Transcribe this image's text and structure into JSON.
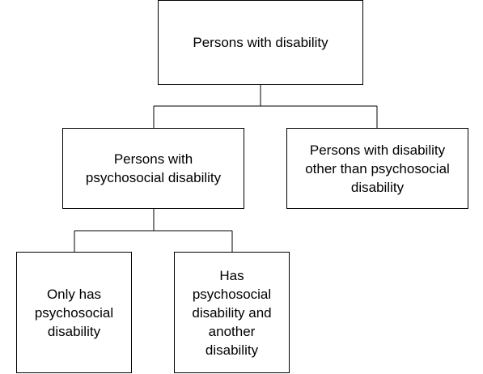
{
  "diagram": {
    "root": "Persons with disability",
    "psychosocial": "Persons with\npsychosocial disability",
    "other": "Persons with disability\nother than psychosocial\ndisability",
    "only_psychosocial": "Only has\npsychosocial\ndisability",
    "psychosocial_and_another": "Has\npsychosocial\ndisability and\nanother\ndisability"
  },
  "colors": {
    "border": "#000000",
    "text": "#000000",
    "background": "#ffffff"
  }
}
